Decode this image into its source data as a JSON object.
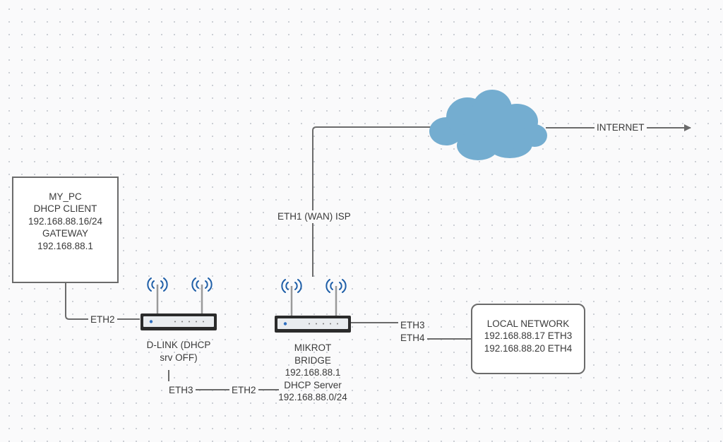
{
  "pc": {
    "lines": [
      "MY_PC",
      "DHCP CLIENT",
      "192.168.88.16/24",
      "GATEWAY",
      "192.168.88.1"
    ]
  },
  "local_network": {
    "lines": [
      "LOCAL NETWORK",
      "192.168.88.17 ETH3",
      "192.168.88.20  ETH4"
    ]
  },
  "dlink": {
    "lines": [
      "D-LINK (DHCP",
      "srv OFF)"
    ]
  },
  "mikrot": {
    "lines": [
      "MIKROT",
      "BRIDGE",
      "192.168.88.1",
      "DHCP Server",
      "192.168.88.0/24"
    ]
  },
  "links": {
    "pc_eth2": "ETH2",
    "isp": "ETH1 (WAN) ISP",
    "internet": "INTERNET",
    "mikrot_eth3": "ETH3",
    "mikrot_eth4": "ETH4",
    "dlink_eth3": "ETH3",
    "mikrot_eth2": "ETH2"
  },
  "colors": {
    "cloud": "#74add0",
    "router_body": "#e9ecef",
    "router_border": "#2b2b2b",
    "led": "#2f6fbf",
    "antenna_waves": "#1f5fa8",
    "connector": "#6b6b6b"
  },
  "icons": [
    "cloud-icon",
    "wireless-router-icon",
    "wireless-router-icon"
  ]
}
